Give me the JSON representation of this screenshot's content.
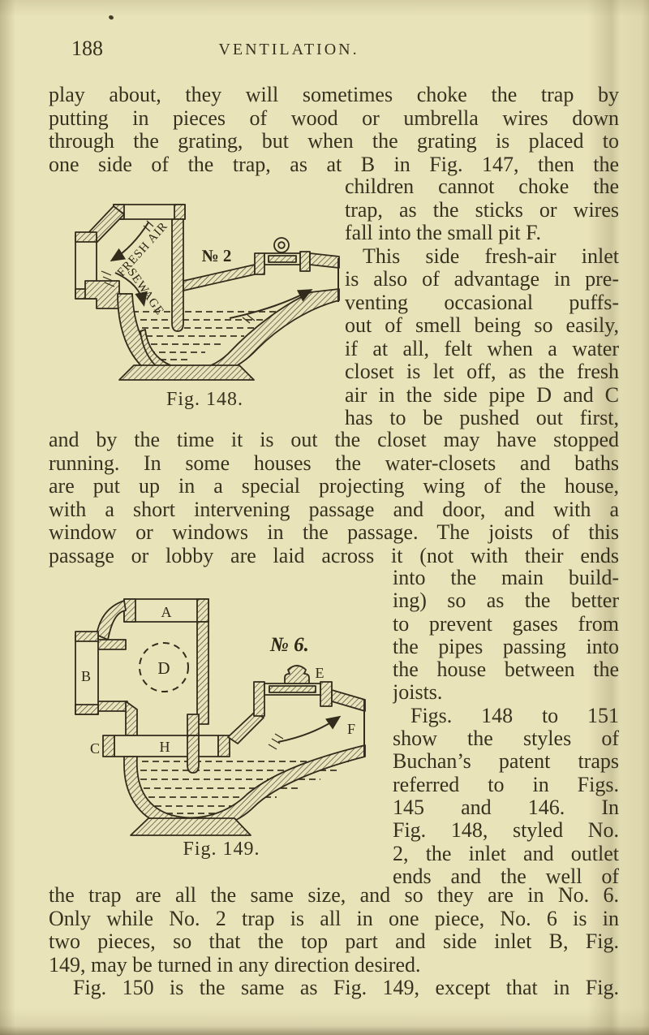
{
  "page": {
    "number": "188",
    "header": "VENTILATION."
  },
  "p1": {
    "lines": [
      "play about, they will sometimes choke the trap by",
      "putting in pieces of wood or umbrella wires down",
      "through the grating, but when the grating is placed to",
      "one side of the trap, as at B in Fig. 147, then the"
    ]
  },
  "colA": {
    "lines": [
      "children cannot choke the",
      "trap, as the sticks or wires",
      "fall into the small pit F.",
      "This side fresh-air inlet",
      "is also of advantage in pre-",
      "venting occasional puffs-",
      "out of smell being so easily,",
      "if at all, felt when a water",
      "closet is let off, as the fresh",
      "air in the side pipe D and C",
      "has to be pushed out first,"
    ]
  },
  "p2": {
    "lines": [
      "and by the time it is out the closet may have stopped",
      "running. In some houses the water-closets and baths",
      "are put up in a special projecting wing of the house,",
      "with a short intervening passage and door, and with a",
      "window or windows in the passage. The joists of this",
      "passage or lobby are laid across it (not with their ends"
    ]
  },
  "colB": {
    "lines": [
      "into the main build-",
      "ing) so as the better",
      "to prevent gases from",
      "the pipes passing into",
      "the house between the",
      "joists.",
      "Figs. 148 to 151",
      "show the styles of",
      "Buchan’s patent traps",
      "referred to in Figs.",
      "145 and 146. In",
      "Fig. 148, styled No.",
      "2, the inlet and outlet",
      "ends and the well of"
    ]
  },
  "p3": {
    "lines": [
      "the trap are all the same size, and so they are in No. 6.",
      "Only while No. 2 trap is all in one piece, No. 6 is in",
      "two pieces, so that the top part and side inlet B, Fig.",
      "149, may be turned in any direction desired.",
      "Fig. 150 is the same as Fig. 149, except that in Fig."
    ]
  },
  "fig148": {
    "caption": "Fig. 148.",
    "number_label": "№ 2",
    "arrow_labels": {
      "fresh_air": "FRESH AIR",
      "sewage": "SEWAGE"
    }
  },
  "fig149": {
    "caption": "Fig. 149.",
    "number_label": "№ 6.",
    "part_labels": {
      "a": "A",
      "b": "B",
      "c": "C",
      "d": "D",
      "e": "E",
      "f": "F",
      "h": "H"
    }
  }
}
